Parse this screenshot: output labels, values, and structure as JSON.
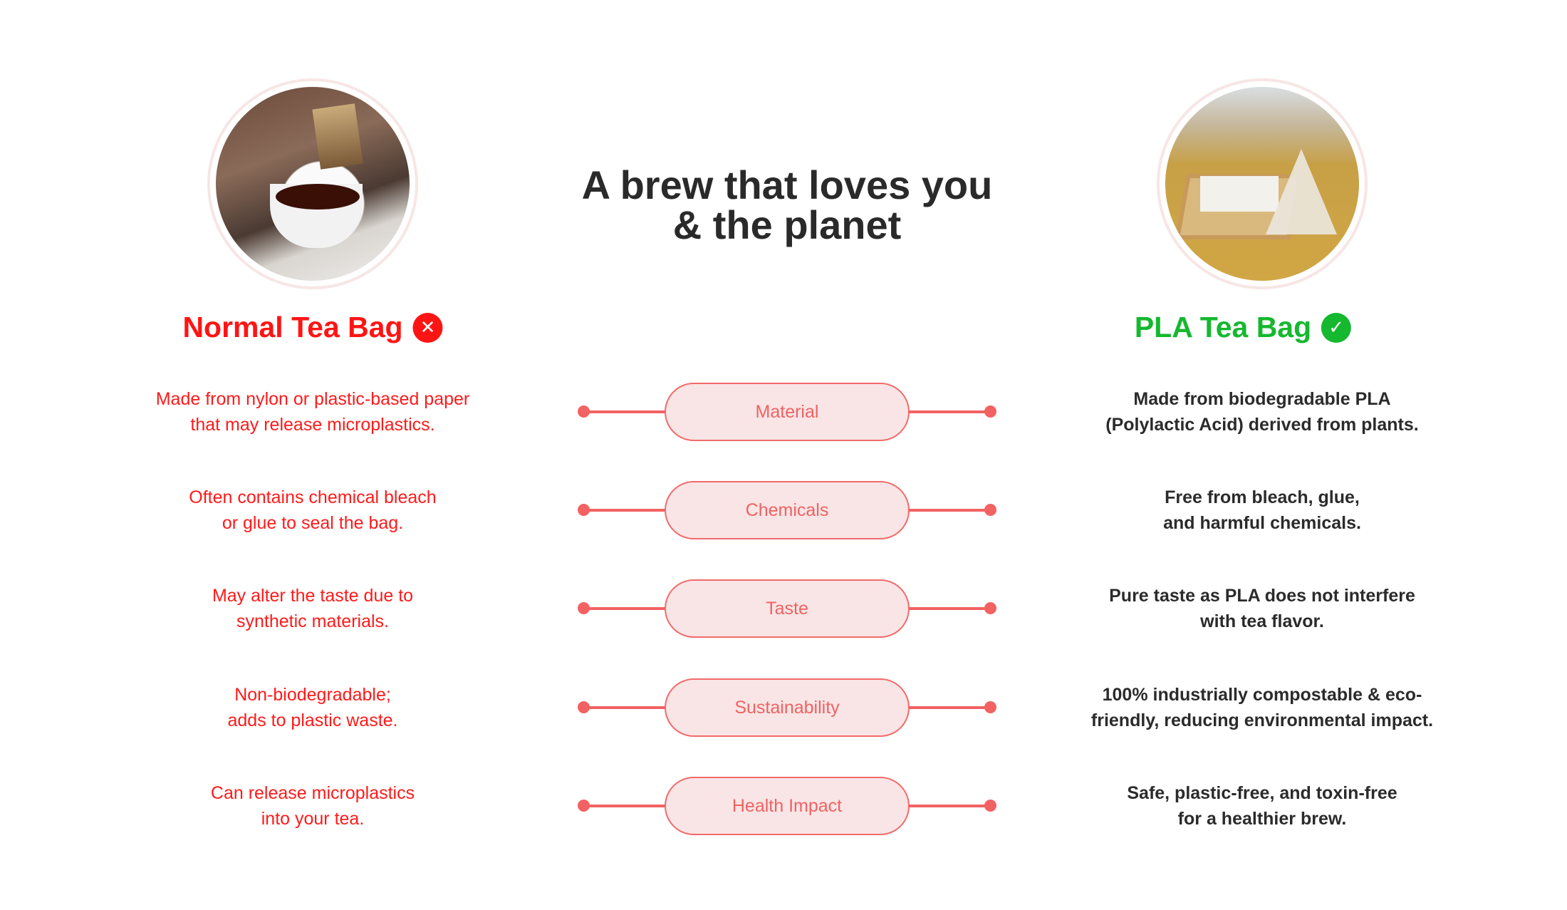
{
  "title": {
    "line1": "A brew that loves you",
    "line2": "& the planet"
  },
  "normal": {
    "heading": "Normal Tea Bag",
    "badge_icon": "x-circle-icon",
    "color": "#ff1414"
  },
  "pla": {
    "heading": "PLA Tea Bag",
    "badge_icon": "check-circle-icon",
    "color": "#15b82f"
  },
  "badge_symbols": {
    "x": "✕",
    "check": "✓"
  },
  "rows": [
    {
      "label": "Material",
      "normal_lines": [
        "Made from nylon or plastic-based paper",
        "that may release microplastics."
      ],
      "pla_lines": [
        "Made from biodegradable PLA",
        "(Polylactic Acid) derived from plants."
      ]
    },
    {
      "label": "Chemicals",
      "normal_lines": [
        "Often contains chemical bleach",
        "or glue to seal the bag."
      ],
      "pla_lines": [
        "Free from bleach, glue,",
        "and harmful chemicals."
      ]
    },
    {
      "label": "Taste",
      "normal_lines": [
        "May alter the taste due to",
        "synthetic materials."
      ],
      "pla_lines": [
        "Pure taste as PLA does not interfere",
        "with tea flavor."
      ]
    },
    {
      "label": "Sustainability",
      "normal_lines": [
        "Non-biodegradable;",
        "adds to plastic waste."
      ],
      "pla_lines": [
        "100% industrially compostable & eco-",
        "friendly, reducing environmental impact."
      ]
    },
    {
      "label": "Health Impact",
      "normal_lines": [
        "Can release microplastics",
        "into your tea."
      ],
      "pla_lines": [
        "Safe, plastic-free, and toxin-free",
        "for a healthier brew."
      ]
    }
  ]
}
